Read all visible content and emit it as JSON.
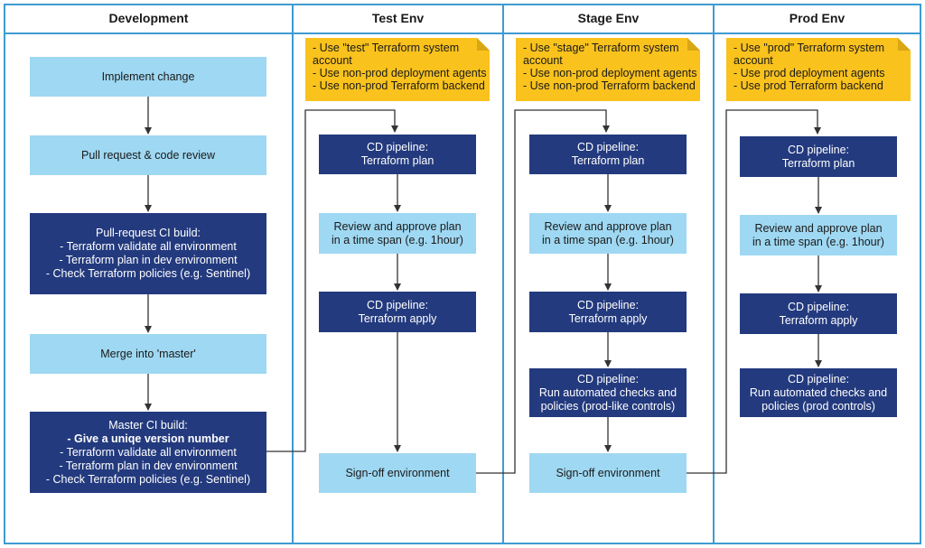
{
  "lanes": {
    "development": "Development",
    "test": "Test Env",
    "stage": "Stage Env",
    "prod": "Prod Env"
  },
  "development": {
    "implement": "Implement change",
    "pull_request": "Pull request & code review",
    "pr_ci": {
      "title": "Pull-request CI build:",
      "l1": "- Terraform validate all environment",
      "l2": "- Terraform plan in dev environment",
      "l3": "- Check Terraform policies (e.g. Sentinel)"
    },
    "merge": "Merge into 'master'",
    "master_ci": {
      "title": "Master CI build:",
      "bold": "- Give a uniqe version number",
      "l1": "- Terraform validate all environment",
      "l2": "- Terraform plan in dev environment",
      "l3": "- Check Terraform policies (e.g. Sentinel)"
    }
  },
  "test": {
    "note": {
      "l1": "- Use \"test\" Terraform system",
      "l2": "account",
      "l3": "- Use non-prod deployment agents",
      "l4": "- Use non-prod Terraform backend"
    },
    "plan": {
      "l1": "CD pipeline:",
      "l2": "Terraform plan"
    },
    "review": {
      "l1": "Review and approve plan",
      "l2": "in a time span (e.g. 1hour)"
    },
    "apply": {
      "l1": "CD pipeline:",
      "l2": "Terraform apply"
    },
    "signoff": "Sign-off environment"
  },
  "stage": {
    "note": {
      "l1": "- Use \"stage\" Terraform system",
      "l2": "account",
      "l3": "- Use non-prod deployment agents",
      "l4": "- Use non-prod Terraform backend"
    },
    "plan": {
      "l1": "CD pipeline:",
      "l2": "Terraform plan"
    },
    "review": {
      "l1": "Review and approve plan",
      "l2": "in a time span (e.g. 1hour)"
    },
    "apply": {
      "l1": "CD pipeline:",
      "l2": "Terraform apply"
    },
    "checks": {
      "l1": "CD pipeline:",
      "l2": "Run automated checks and",
      "l3": "policies (prod-like controls)"
    },
    "signoff": "Sign-off environment"
  },
  "prod": {
    "note": {
      "l1": "- Use \"prod\" Terraform system",
      "l2": "account",
      "l3": "- Use prod deployment agents",
      "l4": "- Use prod Terraform backend"
    },
    "plan": {
      "l1": "CD pipeline:",
      "l2": "Terraform plan"
    },
    "review": {
      "l1": "Review and approve plan",
      "l2": "in a time span (e.g. 1hour)"
    },
    "apply": {
      "l1": "CD pipeline:",
      "l2": "Terraform apply"
    },
    "checks": {
      "l1": "CD pipeline:",
      "l2": "Run automated checks and",
      "l3": "policies (prod controls)"
    }
  },
  "colors": {
    "lane_border": "#3f9bd3",
    "light_box": "#9fd8f2",
    "dark_box": "#233a7e",
    "note": "#f9c21d",
    "arrow": "#333333"
  }
}
